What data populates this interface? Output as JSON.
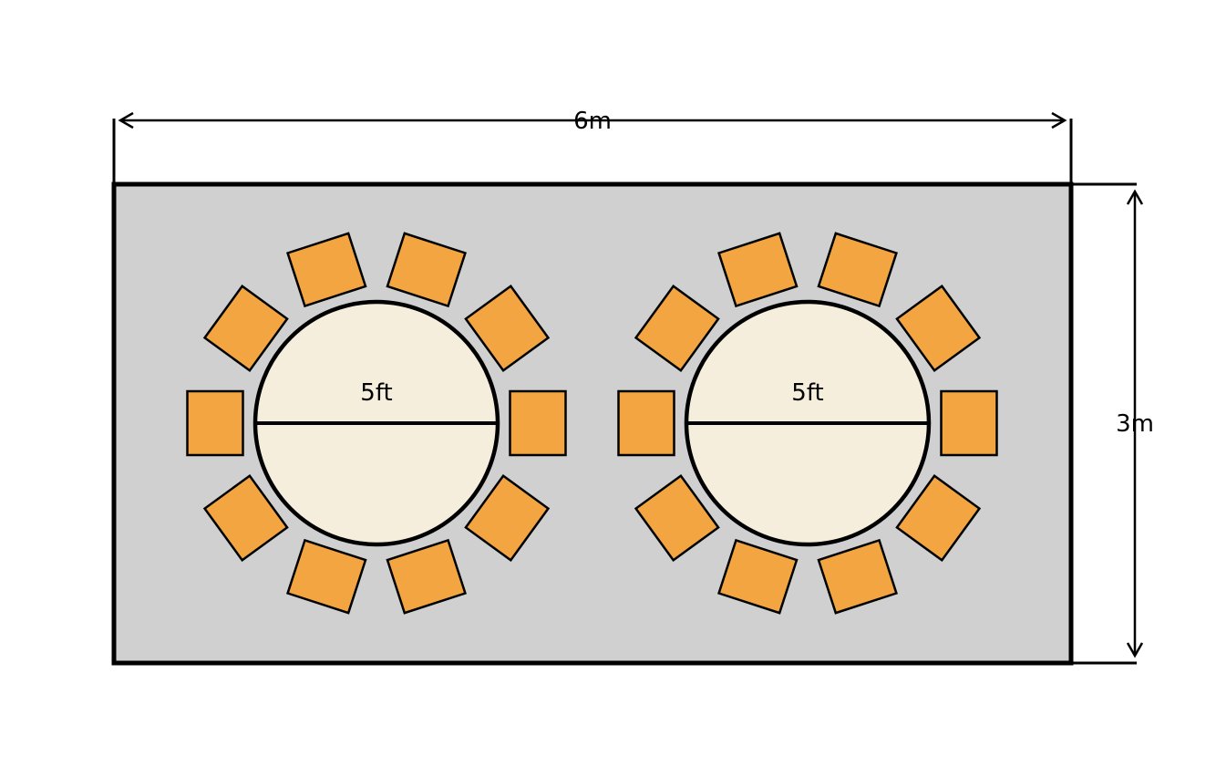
{
  "colors": {
    "room_fill": "#d0d0d1",
    "table_fill": "#f5eedc",
    "chair_fill": "#f3a541",
    "stroke": "#000000"
  },
  "dimensions": {
    "width_label": "6m",
    "height_label": "3m"
  },
  "tables": [
    {
      "label": "5ft",
      "chairs": 10
    },
    {
      "label": "5ft",
      "chairs": 10
    }
  ]
}
